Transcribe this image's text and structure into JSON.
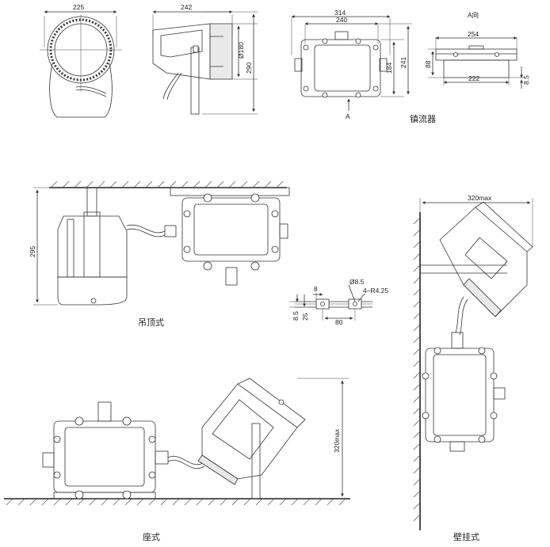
{
  "top": {
    "front_width": "225",
    "side_length": "242",
    "side_dia": "Ø180",
    "side_height": "290",
    "ballast_outer": "314",
    "ballast_inner": "240",
    "ballast_h1": "184",
    "ballast_h2": "241",
    "arrow_label": "A",
    "view_title": "A向",
    "view_width": "254",
    "view_inner": "222",
    "view_height": "88",
    "view_small": "8.5",
    "ballast_caption": "镇流器"
  },
  "ceiling": {
    "height": "295",
    "caption": "吊顶式"
  },
  "holes": {
    "offset": "8",
    "dia": "Ø8.5",
    "radius": "4–R4.25",
    "pitch": "80",
    "v1": "8.5",
    "v2": "25"
  },
  "wall": {
    "reach": "320max",
    "caption": "壁挂式"
  },
  "floor": {
    "height": "320max",
    "caption": "座式"
  }
}
